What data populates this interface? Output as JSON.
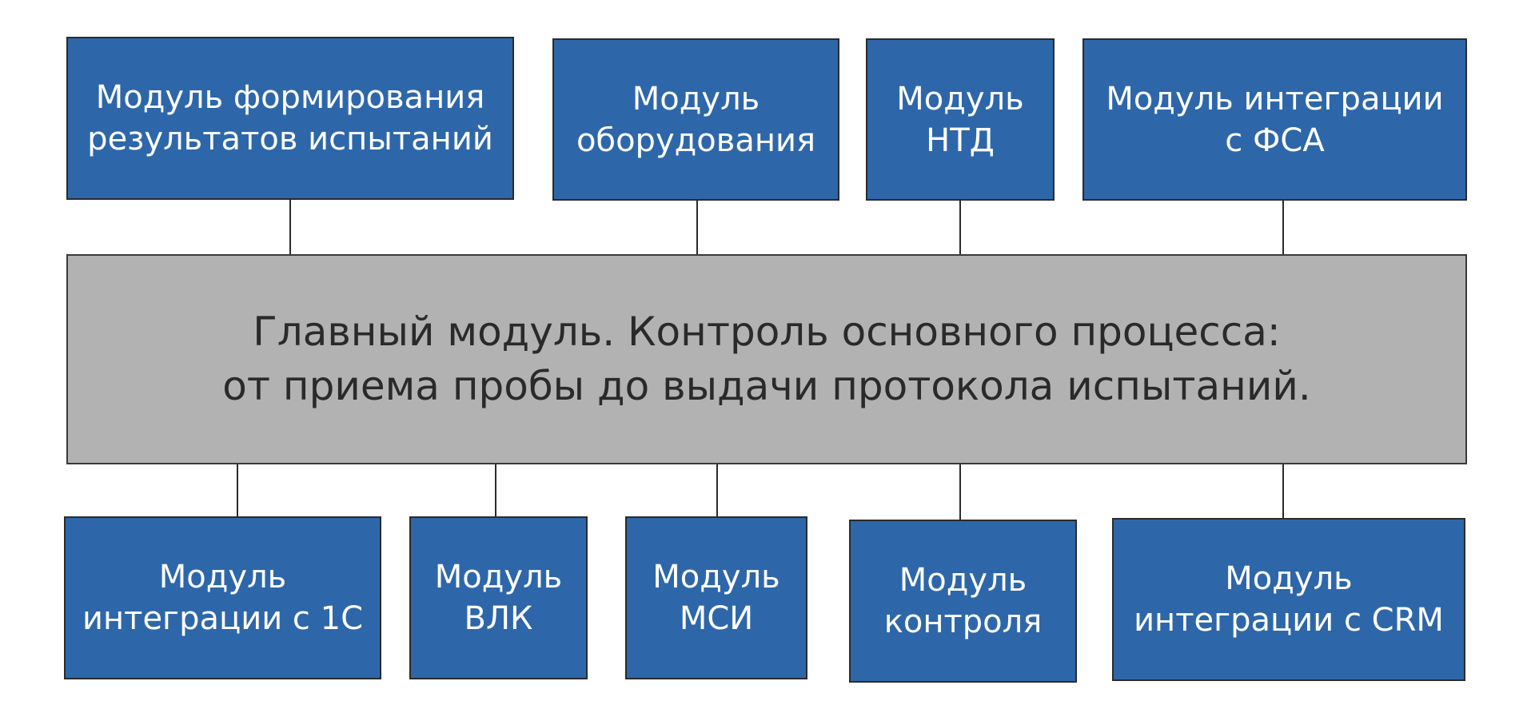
{
  "colors": {
    "module_fill": "#2e67a9",
    "main_fill": "#b1b2b1",
    "border": "#2b2b2b",
    "module_text": "#ffffff",
    "main_text": "#2a2a2a"
  },
  "main_module": {
    "line1": "Главный модуль. Контроль основного процесса:",
    "line2": "от приема пробы до выдачи протокола испытаний."
  },
  "top_modules": [
    {
      "line1": "Модуль формирования",
      "line2": "результатов испытаний"
    },
    {
      "line1": "Модуль",
      "line2": "оборудования"
    },
    {
      "line1": "Модуль",
      "line2": "НТД"
    },
    {
      "line1": "Модуль интеграции",
      "line2": "с ФСА"
    }
  ],
  "bottom_modules": [
    {
      "line1": "Модуль",
      "line2": "интеграции с 1С"
    },
    {
      "line1": "Модуль",
      "line2": "ВЛК"
    },
    {
      "line1": "Модуль",
      "line2": "МСИ"
    },
    {
      "line1": "Модуль",
      "line2": "контроля"
    },
    {
      "line1": "Модуль",
      "line2": "интеграции с CRM"
    }
  ]
}
